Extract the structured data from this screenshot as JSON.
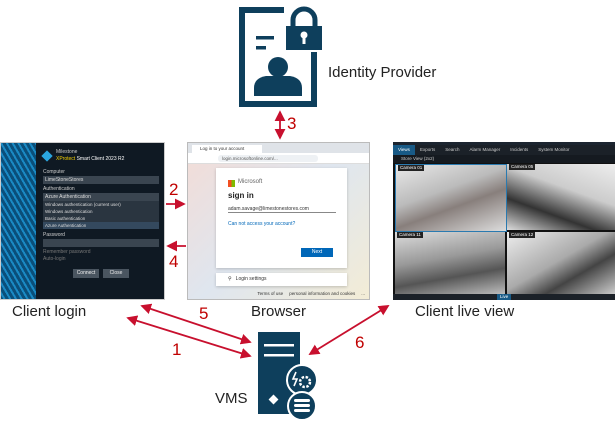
{
  "labels": {
    "identity_provider": "Identity Provider",
    "client_login": "Client  login",
    "browser": "Browser",
    "client_live_view": "Client  live view",
    "vms": "VMS"
  },
  "steps": [
    "1",
    "2",
    "3",
    "4",
    "5",
    "6"
  ],
  "colors": {
    "icon": "#0e3f5c",
    "arrow": "#c8102e"
  },
  "icons": {
    "identity": "identity-card-lock-icon",
    "vms": "server-icon"
  },
  "login_screen": {
    "brand": "Milestone",
    "product": "XProtect",
    "product_suffix": "Smart Client 2023 R2",
    "computer_label": "Computer",
    "computer_value": "LimeStoneStores",
    "auth_label": "Authentication",
    "auth_value": "Azure Authentication",
    "auth_options": [
      "Windows authentication (current user)",
      "Windows authentication",
      "Basic authentication",
      "Azure Authentication"
    ],
    "password_label": "Password",
    "remember": "Remember password",
    "autologin": "Auto-login",
    "connect": "Connect",
    "close": "Close"
  },
  "browser_screen": {
    "tab": "Log in to your account",
    "url": "login.microsoftonline.com/...",
    "brand": "Microsoft",
    "heading": "sign in",
    "email": "adam.savage@limestonestores.com",
    "cant_access": "Can not access your account?",
    "next": "Next",
    "login_settings": "Login settings",
    "terms": "Terms of use",
    "privacy": "personal information and cookies",
    "more": "..."
  },
  "live_screen": {
    "title": "Milestone XProtect Smart Client",
    "nav": [
      "Views",
      "Exports",
      "Search",
      "Alarm Manager",
      "Incidents",
      "System Monitor"
    ],
    "view": "Store View (2x2)",
    "cameras": [
      "Camera 01",
      "Camera 05",
      "Camera 11",
      "Camera 12"
    ],
    "footer": "Live"
  }
}
